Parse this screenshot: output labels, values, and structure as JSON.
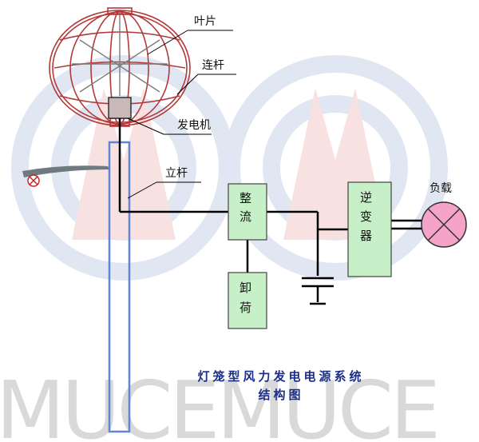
{
  "diagram": {
    "labels": {
      "blade": "叶片",
      "rod": "连杆",
      "generator": "发电机",
      "pole": "立杆",
      "load": "负载"
    },
    "boxes": {
      "rectifier": [
        "整",
        "流"
      ],
      "dump_load": [
        "卸",
        "荷"
      ],
      "inverter": [
        "逆",
        "变",
        "器"
      ]
    },
    "title": {
      "line1": "灯笼型风力发电电源系统",
      "line2": "结构图"
    },
    "watermark": "MUCEMUCE",
    "colors": {
      "box_fill": "#c8f0c8",
      "wire": "#000000",
      "pole_outline": "#5f86d6",
      "turbine_outline": "#b33a3a",
      "load_fill": "#f5a3c8",
      "title": "#1b2f8a",
      "watermark": "#d9d9d9"
    }
  }
}
